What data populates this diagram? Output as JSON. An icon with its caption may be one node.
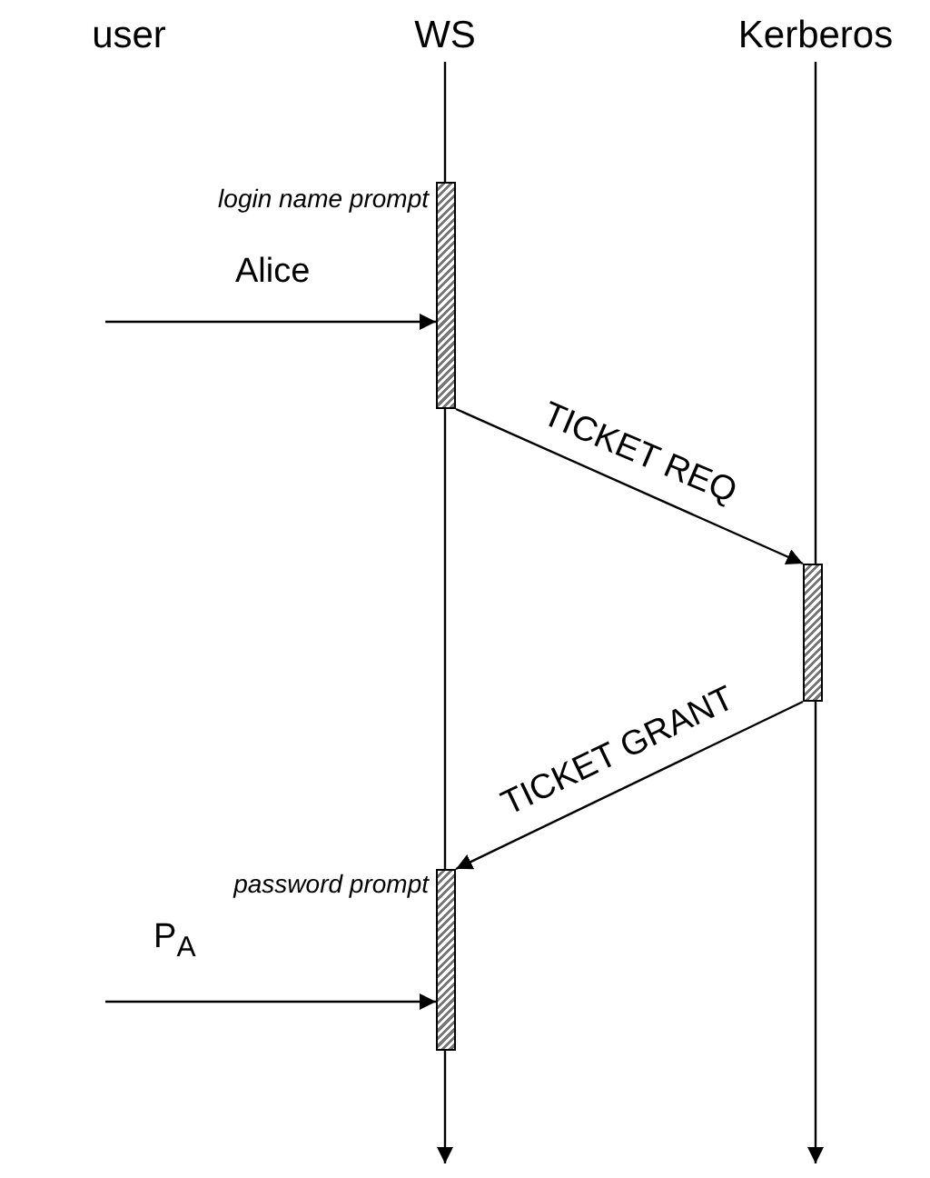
{
  "diagram": {
    "nodes": [
      {
        "text": [
          "user"
        ]
      },
      {
        "text": [
          "WS"
        ]
      },
      {
        "text": [
          "Kerberos"
        ]
      },
      {
        "text": [],
        "shape": "bar",
        "beside": [
          "login name prompt"
        ]
      },
      {
        "text": [],
        "shape": "bar"
      },
      {
        "text": [],
        "shape": "bar",
        "beside": [
          "password prompt"
        ]
      }
    ],
    "edges": [
      {
        "from": 1,
        "to": null,
        "arrow": "to"
      },
      {
        "from": 2,
        "to": null,
        "arrow": "to"
      },
      {
        "from": null,
        "to": 3,
        "arrow": "to",
        "label": "Alice"
      },
      {
        "from": 3,
        "to": 4,
        "arrow": "to",
        "label": "TICKET REQ"
      },
      {
        "from": 4,
        "to": 5,
        "arrow": "to",
        "label": "TICKET GRANT"
      },
      {
        "from": null,
        "to": 5,
        "arrow": "to",
        "label": "P$_{A}$"
      }
    ]
  }
}
